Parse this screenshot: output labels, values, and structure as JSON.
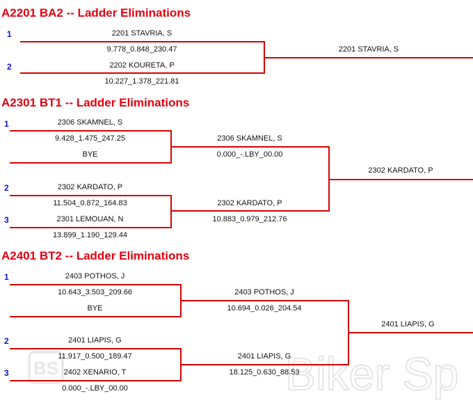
{
  "watermark": {
    "logo": "BS",
    "text": "Biker Sp"
  },
  "sections": [
    {
      "title": "A2201 BA2 -- Ladder Eliminations",
      "seeds": [
        "1",
        "2"
      ],
      "round1": [
        {
          "name": "2201 STAVRIA, S",
          "stats": "9.778_0.848_230.47"
        },
        {
          "name": "2202 KOURETA, P",
          "stats": "10.227_1.378_221.81"
        }
      ],
      "final": {
        "name": "2201 STAVRIA, S"
      }
    },
    {
      "title": "A2301 BT1 -- Ladder Eliminations",
      "seeds": [
        "1",
        "2",
        "3"
      ],
      "round1": [
        {
          "name": "2306 SKAMNEL, S",
          "stats": "9.428_1.475_247.25"
        },
        {
          "name": "BYE"
        },
        {
          "name": "2302 KARDATO, P",
          "stats": "11.504_0.872_164.83"
        },
        {
          "name": "2301 LEMOUAN, N",
          "stats": "13.899_1.190_129.44"
        }
      ],
      "round2": [
        {
          "name": "2306 SKAMNEL, S",
          "stats": "0.000_-.LBY_00.00"
        },
        {
          "name": "2302 KARDATO, P",
          "stats": "10.883_0.979_212.76"
        }
      ],
      "final": {
        "name": "2302 KARDATO, P"
      }
    },
    {
      "title": "A2401 BT2 -- Ladder Eliminations",
      "seeds": [
        "1",
        "2",
        "3"
      ],
      "round1": [
        {
          "name": "2403 POTHOS, J",
          "stats": "10.643_3.503_209.66"
        },
        {
          "name": "BYE"
        },
        {
          "name": "2401 LIAPIS, G",
          "stats": "11.917_0.500_189.47"
        },
        {
          "name": "2402 XENARIO, T",
          "stats": "0.000_-.LBY_00.00"
        }
      ],
      "round2": [
        {
          "name": "2403 POTHOS, J",
          "stats": "10.694_0.026_204.54"
        },
        {
          "name": "2401 LIAPIS, G",
          "stats": "18.125_0.630_88.53"
        }
      ],
      "final": {
        "name": "2401 LIAPIS, G"
      }
    }
  ]
}
